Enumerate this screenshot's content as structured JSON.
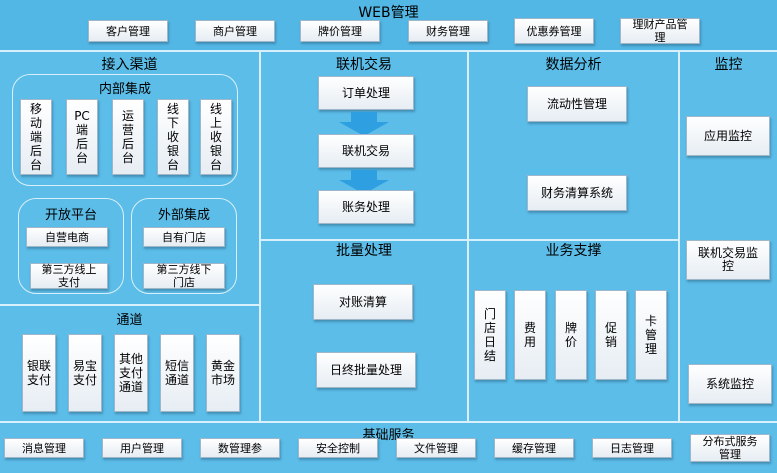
{
  "web": {
    "title": "WEB管理",
    "items": [
      "客户管理",
      "商户管理",
      "牌价管理",
      "财务管理",
      "优惠券管理",
      "理财产品管理"
    ]
  },
  "access": {
    "title": "接入渠道",
    "internal": {
      "title": "内部集成",
      "items": [
        "移动端后台",
        "PC端后台",
        "运营后台",
        "线下收银台",
        "线上收银台"
      ]
    },
    "open": {
      "title": "开放平台",
      "items": [
        "自营电商",
        "第三方线上支付"
      ]
    },
    "external": {
      "title": "外部集成",
      "items": [
        "自有门店",
        "第三方线下门店"
      ]
    }
  },
  "channel": {
    "title": "通道",
    "items": [
      "银联支付",
      "易宝支付",
      "其他支付通道",
      "短信通道",
      "黄金市场"
    ]
  },
  "online": {
    "title": "联机交易",
    "items": [
      "订单处理",
      "联机交易",
      "账务处理"
    ]
  },
  "batch": {
    "title": "批量处理",
    "items": [
      "对账清算",
      "日终批量处理"
    ]
  },
  "analysis": {
    "title": "数据分析",
    "items": [
      "流动性管理",
      "财务清算系统"
    ]
  },
  "support": {
    "title": "业务支撑",
    "items": [
      "门店日结",
      "费用",
      "牌价",
      "促销",
      "卡管理"
    ]
  },
  "monitor": {
    "title": "监控",
    "items": [
      "应用监控",
      "联机交易监控",
      "系统监控"
    ]
  },
  "base": {
    "title": "基础服务",
    "items": [
      "消息管理",
      "用户管理",
      "数管理参",
      "安全控制",
      "文件管理",
      "缓存管理",
      "日志管理",
      "分布式服务管理"
    ]
  },
  "colors": {
    "background": "#5bbde8",
    "arrow": "#2e9fe0",
    "divider": "#d8f0fb"
  }
}
